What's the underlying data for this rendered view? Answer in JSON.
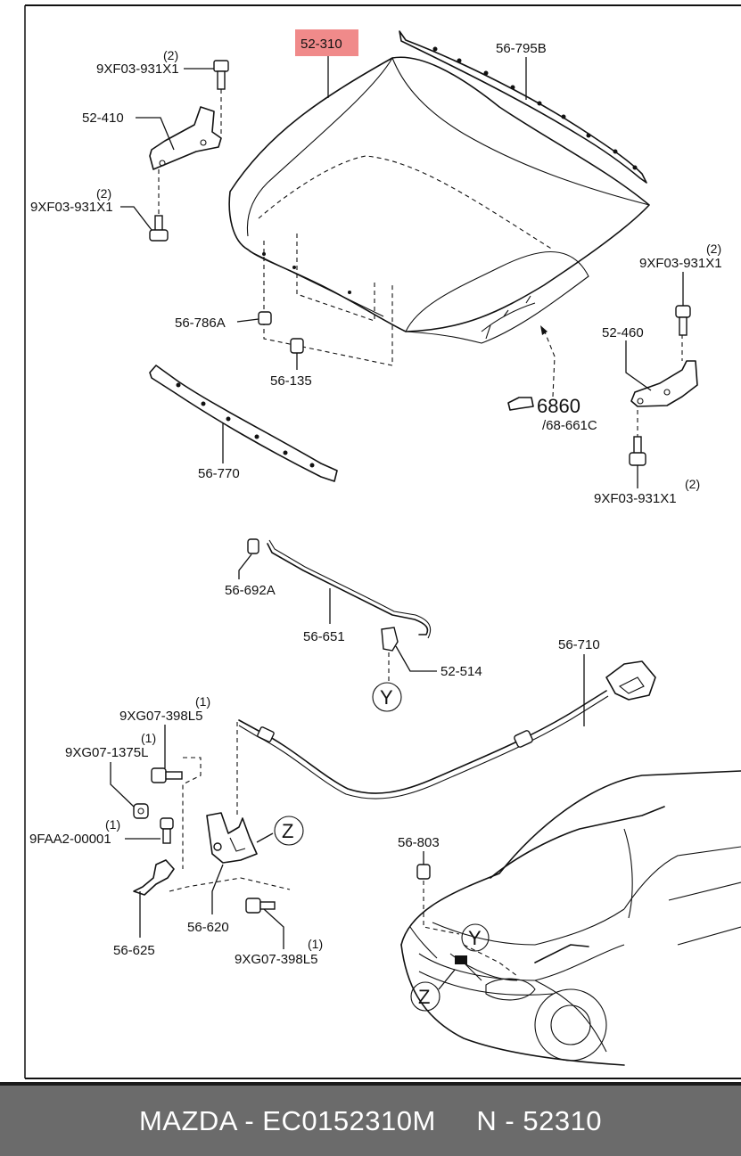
{
  "labels": {
    "hood": "52-310",
    "hood_seal_rear": "56-795B",
    "hinge_left": "52-410",
    "hinge_right": "52-460",
    "bolt_top_left": "9XF03-931X1",
    "bolt_top_left_qty": "(2)",
    "bolt_mid_left": "9XF03-931X1",
    "bolt_mid_left_qty": "(2)",
    "bolt_top_right": "9XF03-931X1",
    "bolt_top_right_qty": "(2)",
    "bolt_bottom_right": "9XF03-931X1",
    "bolt_bottom_right_qty": "(2)",
    "bumper": "56-786A",
    "cushion": "56-135",
    "seal_front": "56-770",
    "ref_arrow": "6860",
    "ref_sub": "/68-661C",
    "clip": "56-692A",
    "stay_rod": "56-651",
    "stay_holder": "52-514",
    "callout_y": "Y",
    "cable": "56-710",
    "bolt_lock_top": "9XG07-398L5",
    "bolt_lock_top_qty": "(1)",
    "bolt_lock_mid": "9XG07-1375L",
    "bolt_lock_mid_qty": "(1)",
    "nut_lock": "9FAA2-00001",
    "nut_lock_qty": "(1)",
    "callout_z": "Z",
    "grommet": "56-803",
    "lock": "56-620",
    "bracket": "56-625",
    "bolt_lock_bottom": "9XG07-398L5",
    "bolt_lock_bottom_qty": "(1)",
    "car_callout_y": "Y",
    "car_callout_z": "Z"
  },
  "colors": {
    "highlight": "#f08a8a",
    "footer_bg": "#6b6b6b",
    "footer_text": "#ffffff"
  },
  "footer": {
    "text": "MAZDA - EC0152310M     N - 52310"
  }
}
